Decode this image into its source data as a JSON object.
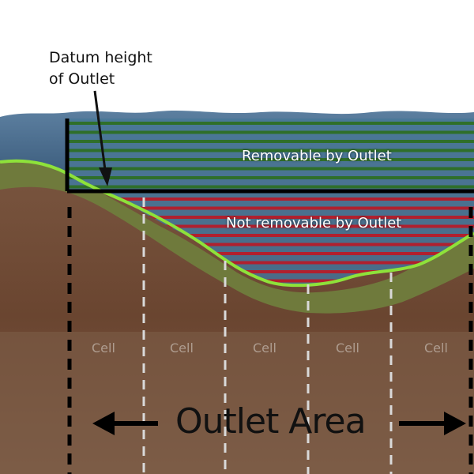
{
  "annotation": {
    "line1": "Datum height",
    "line2": "of Outlet"
  },
  "zones": {
    "removable": "Removable by Outlet",
    "not_removable": "Not removable by  Outlet"
  },
  "cells": [
    "Cell",
    "Cell",
    "Cell",
    "Cell",
    "Cell"
  ],
  "outlet_area": "Outlet Area",
  "colors": {
    "removable_stripe": "#2f6f2a",
    "not_removable_stripe": "#b0202e",
    "water": "#4a7090",
    "ground_line": "#8ee23a",
    "soil": "#6b4a35",
    "grass": "#6e7a3a"
  }
}
